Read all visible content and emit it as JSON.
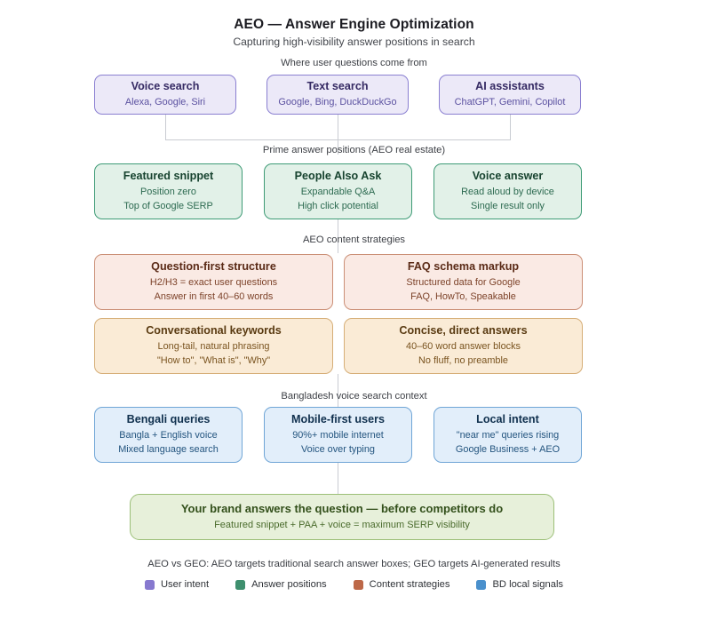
{
  "header": {
    "title": "AEO — Answer Engine Optimization",
    "subtitle": "Capturing high-visibility answer positions in search"
  },
  "sections": {
    "sources_label": "Where user questions come from",
    "positions_label": "Prime answer positions (AEO real estate)",
    "strategies_label": "AEO content strategies",
    "context_label": "Bangladesh voice search context"
  },
  "sources": [
    {
      "title": "Voice search",
      "sub1": "Alexa, Google, Siri",
      "sub2": ""
    },
    {
      "title": "Text search",
      "sub1": "Google, Bing, DuckDuckGo",
      "sub2": ""
    },
    {
      "title": "AI assistants",
      "sub1": "ChatGPT, Gemini, Copilot",
      "sub2": ""
    }
  ],
  "positions": [
    {
      "title": "Featured snippet",
      "sub1": "Position zero",
      "sub2": "Top of Google SERP"
    },
    {
      "title": "People Also Ask",
      "sub1": "Expandable Q&A",
      "sub2": "High click potential"
    },
    {
      "title": "Voice answer",
      "sub1": "Read aloud by device",
      "sub2": "Single result only"
    }
  ],
  "strategies_row1": [
    {
      "title": "Question-first structure",
      "sub1": "H2/H3 = exact user questions",
      "sub2": "Answer in first 40–60 words"
    },
    {
      "title": "FAQ schema markup",
      "sub1": "Structured data for Google",
      "sub2": "FAQ, HowTo, Speakable"
    }
  ],
  "strategies_row2": [
    {
      "title": "Conversational keywords",
      "sub1": "Long-tail, natural phrasing",
      "sub2": "\"How to\", \"What is\", \"Why\""
    },
    {
      "title": "Concise, direct answers",
      "sub1": "40–60 word answer blocks",
      "sub2": "No fluff, no preamble"
    }
  ],
  "context": [
    {
      "title": "Bengali queries",
      "sub1": "Bangla + English voice",
      "sub2": "Mixed language search"
    },
    {
      "title": "Mobile-first users",
      "sub1": "90%+ mobile internet",
      "sub2": "Voice over typing"
    },
    {
      "title": "Local intent",
      "sub1": "\"near me\" queries rising",
      "sub2": "Google Business + AEO"
    }
  ],
  "outcome": {
    "title": "Your brand answers the question — before competitors do",
    "sub": "Featured snippet + PAA + voice = maximum SERP visibility"
  },
  "footnote": "AEO vs GEO: AEO targets traditional search answer boxes; GEO targets AI-generated results",
  "legend": [
    {
      "label": "User intent",
      "color": "#8779cf"
    },
    {
      "label": "Answer positions",
      "color": "#3e8f6e"
    },
    {
      "label": "Content strategies",
      "color": "#bd6848"
    },
    {
      "label": "BD local signals",
      "color": "#4a90cc"
    }
  ]
}
